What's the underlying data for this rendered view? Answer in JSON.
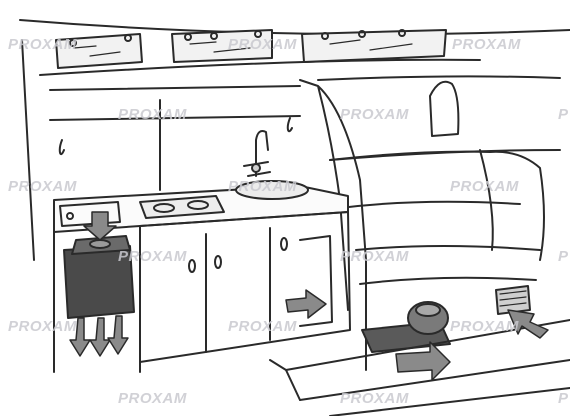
{
  "watermark": {
    "text": "PROXAM",
    "text_cut": "P",
    "color": "#c9c9cf"
  },
  "illustration": {
    "line_color": "#2a2a2a",
    "arrow_color": "#8a8a8a",
    "heater_color": "#4a4a4a",
    "shade_color": "#d9d9d9",
    "elements": [
      "porthole-window",
      "sink-faucet",
      "cooktop",
      "galley-cabinets",
      "heater-unit",
      "bench-seat",
      "fan-unit",
      "floor-vent",
      "airflow-arrow"
    ]
  }
}
